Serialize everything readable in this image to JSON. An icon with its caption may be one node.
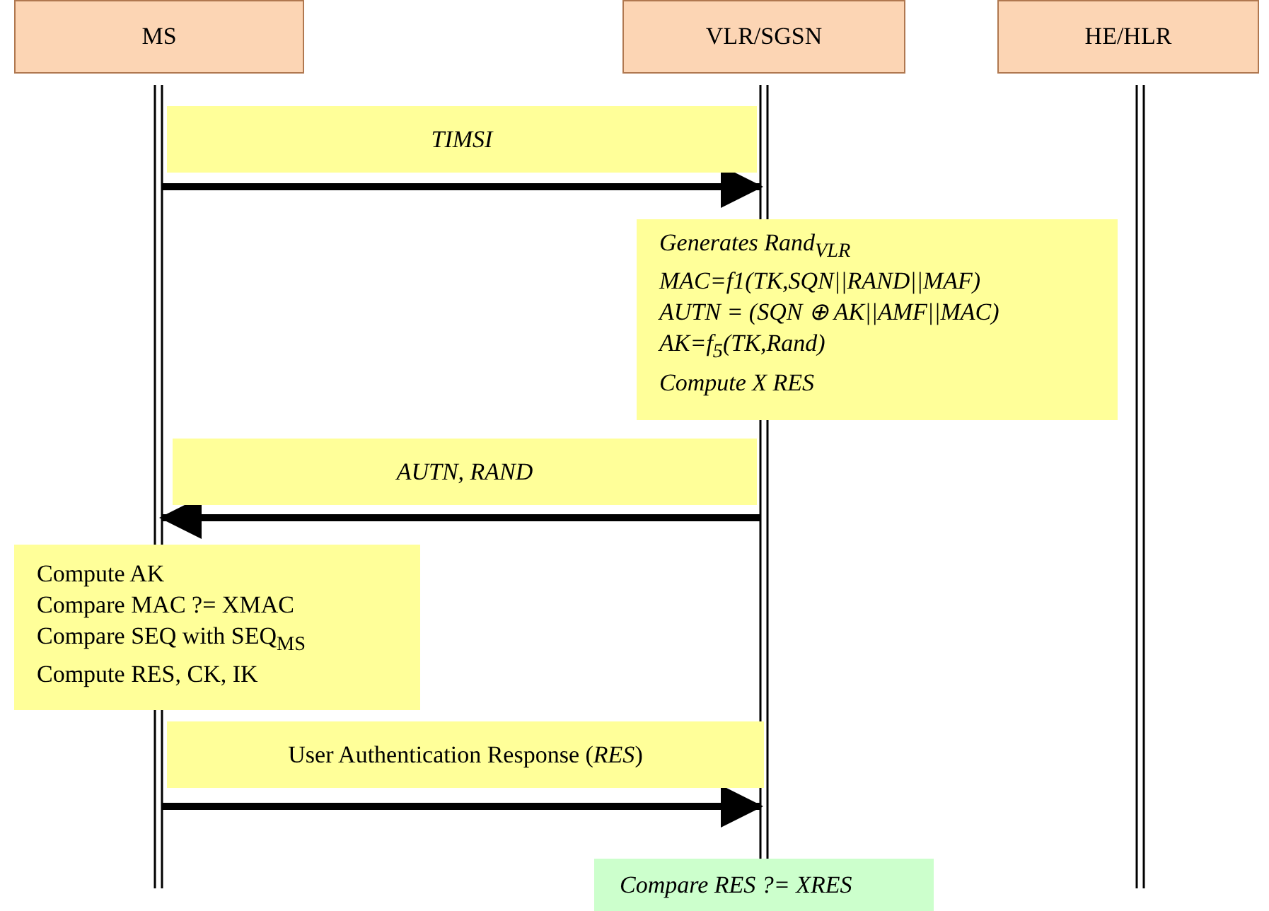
{
  "diagram": {
    "nodes": [
      {
        "text": [
          "MS"
        ]
      },
      {
        "text": [
          "VLR/SGSN"
        ]
      },
      {
        "text": [
          "HE/HLR"
        ]
      },
      {
        "text": [
          "Generates Rand$_{VLR}$",
          "MAC=f1(TK,SQN||RAND||MAF)",
          "AUTN = (SQN ⊕ AK||AMF||MAC)",
          "AK=f$_{5}$(TK,Rand)",
          "Compute X RES"
        ]
      },
      {
        "text": [
          "Compute AK",
          "Compare MAC ?= XMAC",
          "Compare SEQ with SEQ$_{MS}$",
          "Compute RES, CK, IK"
        ]
      },
      {
        "text": [
          "Compare RES ?= XRES"
        ]
      }
    ],
    "edges": [
      {
        "from": 0,
        "to": 1,
        "arrow": "to",
        "label": "TIMSI"
      },
      {
        "from": 1,
        "to": 0,
        "arrow": "to",
        "label": "AUTN, RAND"
      },
      {
        "from": 0,
        "to": 1,
        "arrow": "to",
        "label": "User Authentication Response (*RES*)"
      }
    ]
  }
}
